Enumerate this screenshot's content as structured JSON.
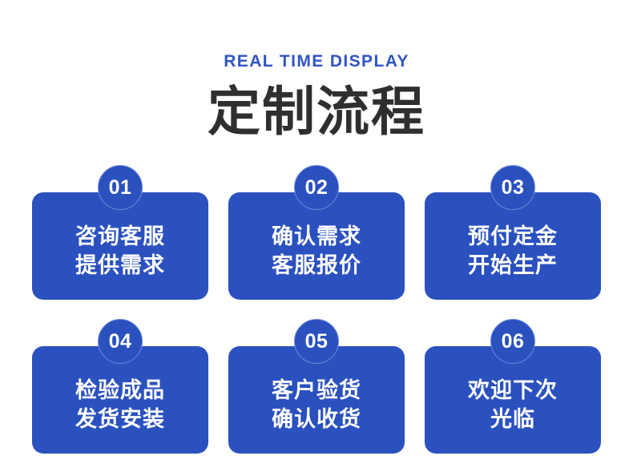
{
  "header": {
    "eyebrow": "REAL TIME DISPLAY",
    "title": "定制流程"
  },
  "colors": {
    "background": "#ffffff",
    "card_blue": "#2b51bf",
    "badge_ring": "#6d8ad8",
    "eyebrow_blue": "#3055c0",
    "title_dark": "#2f2f2f",
    "card_text": "#ffffff"
  },
  "steps": [
    {
      "number": "01",
      "line1": "咨询客服",
      "line2": "提供需求"
    },
    {
      "number": "02",
      "line1": "确认需求",
      "line2": "客服报价"
    },
    {
      "number": "03",
      "line1": "预付定金",
      "line2": "开始生产"
    },
    {
      "number": "04",
      "line1": "检验成品",
      "line2": "发货安装"
    },
    {
      "number": "05",
      "line1": "客户验货",
      "line2": "确认收货"
    },
    {
      "number": "06",
      "line1": "欢迎下次",
      "line2": "光临"
    }
  ]
}
